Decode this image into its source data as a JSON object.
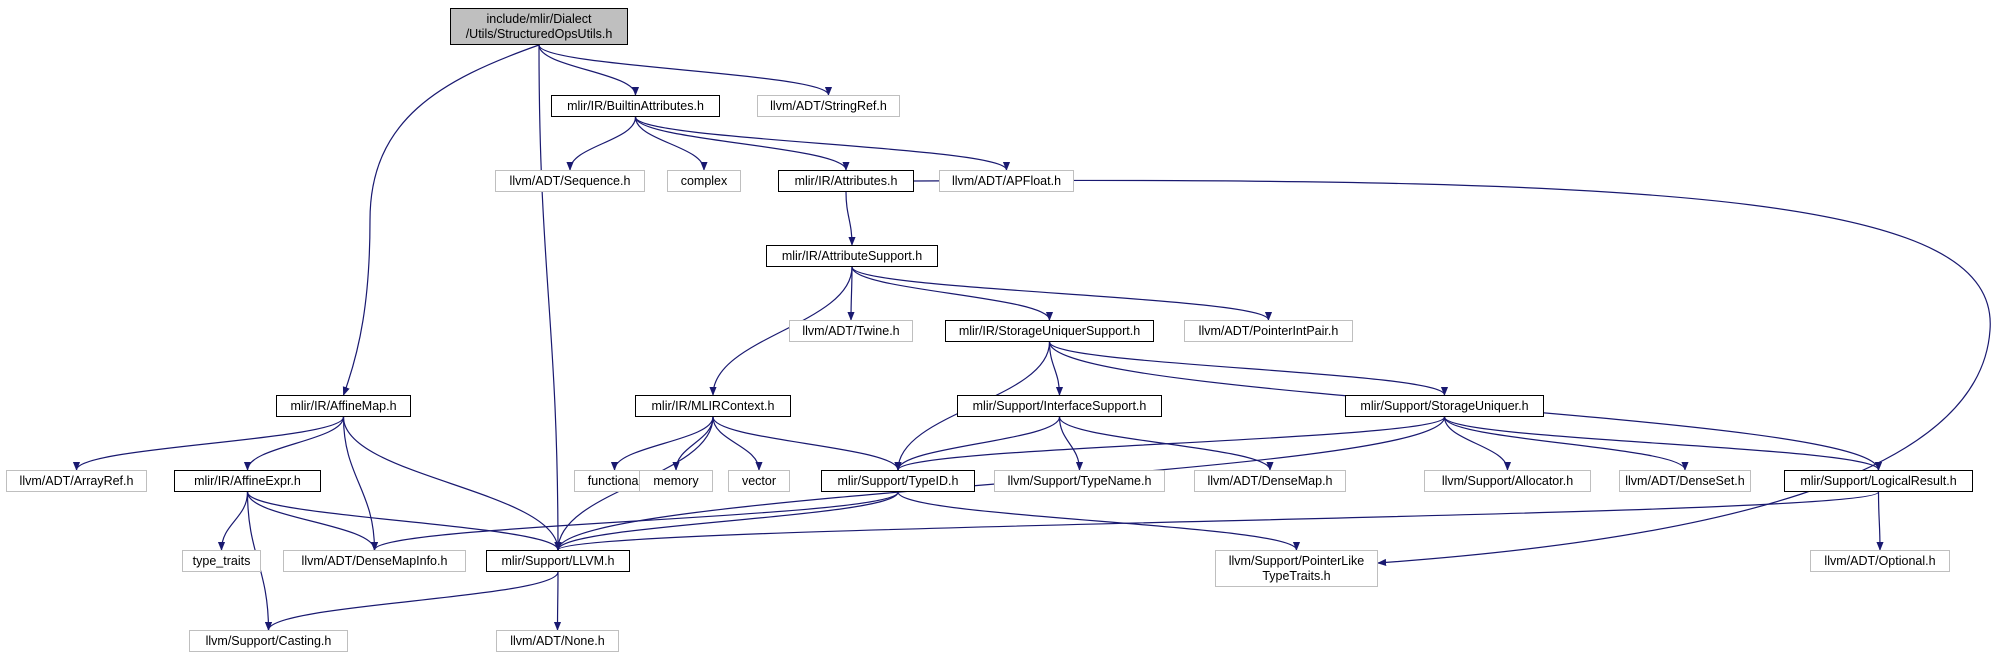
{
  "graph": {
    "edge_color": "#191970",
    "root_fill": "#bfbfbf",
    "external_border": "#bfbfbf",
    "nodes": [
      {
        "id": "root",
        "lines": [
          "include/mlir/Dialect",
          "/Utils/StructuredOpsUtils.h"
        ],
        "kind": "root"
      },
      {
        "id": "builtinattributes",
        "lines": [
          "mlir/IR/BuiltinAttributes.h"
        ],
        "kind": "doc"
      },
      {
        "id": "stringref",
        "lines": [
          "llvm/ADT/StringRef.h"
        ],
        "kind": "ext"
      },
      {
        "id": "sequence",
        "lines": [
          "llvm/ADT/Sequence.h"
        ],
        "kind": "ext"
      },
      {
        "id": "complex",
        "lines": [
          "complex"
        ],
        "kind": "ext"
      },
      {
        "id": "attributes",
        "lines": [
          "mlir/IR/Attributes.h"
        ],
        "kind": "doc"
      },
      {
        "id": "apfloat",
        "lines": [
          "llvm/ADT/APFloat.h"
        ],
        "kind": "ext"
      },
      {
        "id": "attributesupport",
        "lines": [
          "mlir/IR/AttributeSupport.h"
        ],
        "kind": "doc"
      },
      {
        "id": "twine",
        "lines": [
          "llvm/ADT/Twine.h"
        ],
        "kind": "ext"
      },
      {
        "id": "storageuniquersupport",
        "lines": [
          "mlir/IR/StorageUniquerSupport.h"
        ],
        "kind": "doc"
      },
      {
        "id": "pointerintpair",
        "lines": [
          "llvm/ADT/PointerIntPair.h"
        ],
        "kind": "ext"
      },
      {
        "id": "affinemap",
        "lines": [
          "mlir/IR/AffineMap.h"
        ],
        "kind": "doc"
      },
      {
        "id": "mlircontext",
        "lines": [
          "mlir/IR/MLIRContext.h"
        ],
        "kind": "doc"
      },
      {
        "id": "interfacesupport",
        "lines": [
          "mlir/Support/InterfaceSupport.h"
        ],
        "kind": "doc"
      },
      {
        "id": "storageuniquer",
        "lines": [
          "mlir/Support/StorageUniquer.h"
        ],
        "kind": "doc"
      },
      {
        "id": "arrayref",
        "lines": [
          "llvm/ADT/ArrayRef.h"
        ],
        "kind": "ext"
      },
      {
        "id": "affineexpr",
        "lines": [
          "mlir/IR/AffineExpr.h"
        ],
        "kind": "doc"
      },
      {
        "id": "functional",
        "lines": [
          "functional"
        ],
        "kind": "ext"
      },
      {
        "id": "memory",
        "lines": [
          "memory"
        ],
        "kind": "ext"
      },
      {
        "id": "vector",
        "lines": [
          "vector"
        ],
        "kind": "ext"
      },
      {
        "id": "typeid",
        "lines": [
          "mlir/Support/TypeID.h"
        ],
        "kind": "doc"
      },
      {
        "id": "typename",
        "lines": [
          "llvm/Support/TypeName.h"
        ],
        "kind": "ext"
      },
      {
        "id": "densemap",
        "lines": [
          "llvm/ADT/DenseMap.h"
        ],
        "kind": "ext"
      },
      {
        "id": "allocator",
        "lines": [
          "llvm/Support/Allocator.h"
        ],
        "kind": "ext"
      },
      {
        "id": "denseset",
        "lines": [
          "llvm/ADT/DenseSet.h"
        ],
        "kind": "ext"
      },
      {
        "id": "logicalresult",
        "lines": [
          "mlir/Support/LogicalResult.h"
        ],
        "kind": "doc"
      },
      {
        "id": "typetraits",
        "lines": [
          "type_traits"
        ],
        "kind": "ext"
      },
      {
        "id": "densemapinfo",
        "lines": [
          "llvm/ADT/DenseMapInfo.h"
        ],
        "kind": "ext"
      },
      {
        "id": "llvm",
        "lines": [
          "mlir/Support/LLVM.h"
        ],
        "kind": "doc"
      },
      {
        "id": "pointerliketypetraits",
        "lines": [
          "llvm/Support/PointerLike",
          "TypeTraits.h"
        ],
        "kind": "ext"
      },
      {
        "id": "optional",
        "lines": [
          "llvm/ADT/Optional.h"
        ],
        "kind": "ext"
      },
      {
        "id": "casting",
        "lines": [
          "llvm/Support/Casting.h"
        ],
        "kind": "ext"
      },
      {
        "id": "none",
        "lines": [
          "llvm/ADT/None.h"
        ],
        "kind": "ext"
      }
    ],
    "edges": [
      [
        "root",
        "affinemap"
      ],
      [
        "root",
        "llvm"
      ],
      [
        "root",
        "builtinattributes"
      ],
      [
        "root",
        "stringref"
      ],
      [
        "builtinattributes",
        "sequence"
      ],
      [
        "builtinattributes",
        "complex"
      ],
      [
        "builtinattributes",
        "attributes"
      ],
      [
        "builtinattributes",
        "apfloat"
      ],
      [
        "attributes",
        "attributesupport"
      ],
      [
        "attributes",
        "pointerliketypetraits"
      ],
      [
        "attributesupport",
        "mlircontext"
      ],
      [
        "attributesupport",
        "twine"
      ],
      [
        "attributesupport",
        "storageuniquersupport"
      ],
      [
        "attributesupport",
        "pointerintpair"
      ],
      [
        "storageuniquersupport",
        "typeid"
      ],
      [
        "storageuniquersupport",
        "interfacesupport"
      ],
      [
        "storageuniquersupport",
        "storageuniquer"
      ],
      [
        "storageuniquersupport",
        "logicalresult"
      ],
      [
        "affinemap",
        "arrayref"
      ],
      [
        "affinemap",
        "affineexpr"
      ],
      [
        "affinemap",
        "densemapinfo"
      ],
      [
        "affinemap",
        "llvm"
      ],
      [
        "mlircontext",
        "llvm"
      ],
      [
        "mlircontext",
        "functional"
      ],
      [
        "mlircontext",
        "memory"
      ],
      [
        "mlircontext",
        "vector"
      ],
      [
        "mlircontext",
        "typeid"
      ],
      [
        "interfacesupport",
        "typeid"
      ],
      [
        "interfacesupport",
        "typename"
      ],
      [
        "interfacesupport",
        "densemap"
      ],
      [
        "storageuniquer",
        "typeid"
      ],
      [
        "storageuniquer",
        "llvm"
      ],
      [
        "storageuniquer",
        "allocator"
      ],
      [
        "storageuniquer",
        "denseset"
      ],
      [
        "storageuniquer",
        "logicalresult"
      ],
      [
        "affineexpr",
        "typetraits"
      ],
      [
        "affineexpr",
        "casting"
      ],
      [
        "affineexpr",
        "densemapinfo"
      ],
      [
        "affineexpr",
        "llvm"
      ],
      [
        "typeid",
        "densemapinfo"
      ],
      [
        "typeid",
        "llvm"
      ],
      [
        "typeid",
        "pointerliketypetraits"
      ],
      [
        "logicalresult",
        "llvm"
      ],
      [
        "logicalresult",
        "optional"
      ],
      [
        "llvm",
        "casting"
      ],
      [
        "llvm",
        "none"
      ]
    ]
  }
}
